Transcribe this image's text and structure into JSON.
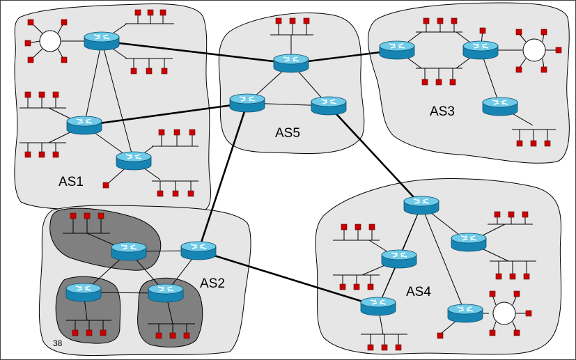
{
  "labels": {
    "as1": "AS1",
    "as2": "AS2",
    "as3": "AS3",
    "as4": "AS4",
    "as5": "AS5",
    "slide_number": "38"
  },
  "icons": {
    "router": "router-icon",
    "host": "host-icon",
    "ring": "ring-network-icon"
  },
  "colors": {
    "as_fill": "#e6e6e6",
    "subdomain_fill": "#808080",
    "router_body": "#1ea7cf",
    "router_top": "#7fd4ee",
    "host": "#cc0000",
    "link": "#000000"
  }
}
